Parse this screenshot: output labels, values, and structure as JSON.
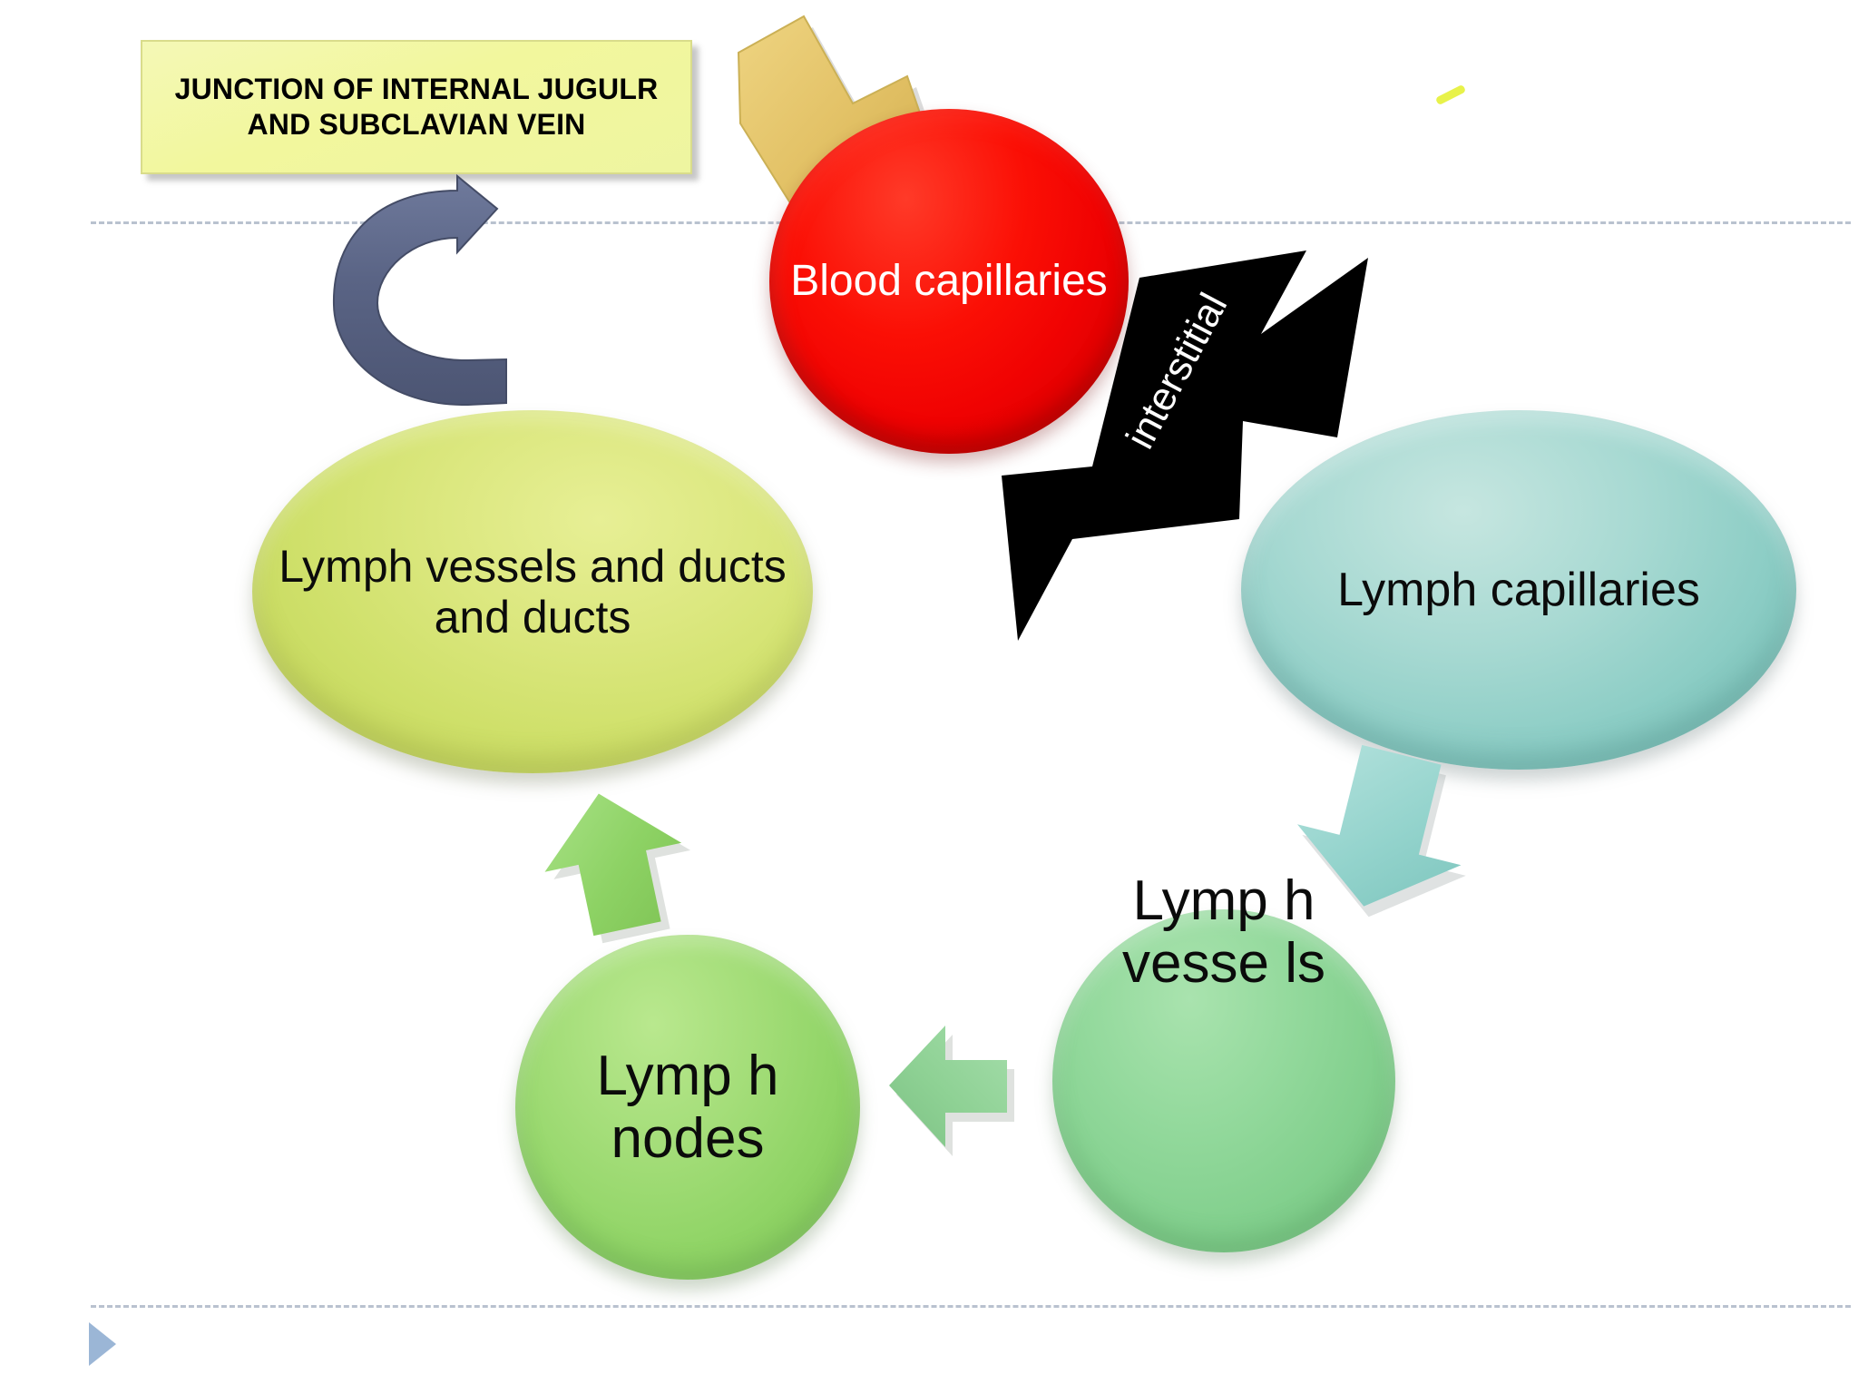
{
  "slide": {
    "background_color": "#ffffff",
    "caption_box": {
      "text": "JUNCTION OF INTERNAL JUGULR AND SUBCLAVIAN VEIN",
      "fill_color": "#f2f79d",
      "text_color": "#000000"
    },
    "nodes": [
      {
        "id": "blood-capillaries",
        "label": "Blood capillaries",
        "shape": "circle",
        "fill_color": "#f00202",
        "text_color": "#ffffff"
      },
      {
        "id": "lymph-capillaries",
        "label": "Lymph capillaries",
        "shape": "ellipse",
        "fill_color": "#8ccdc5",
        "text_color": "#000000"
      },
      {
        "id": "lymph-vessels-bottom",
        "label": "Lymp h vesse ls",
        "shape": "circle",
        "fill_color": "#83d08e",
        "text_color": "#000000"
      },
      {
        "id": "lymph-nodes",
        "label": "Lymp h nodes",
        "shape": "circle",
        "fill_color": "#90d466",
        "text_color": "#000000"
      },
      {
        "id": "lymph-vessels-and-ducts",
        "label": "Lymph vessels and ducts  and ducts",
        "shape": "ellipse",
        "fill_color": "#cfe06a",
        "text_color": "#000000"
      }
    ],
    "arrows": [
      {
        "id": "interstitial-arrow",
        "label": "interstitial",
        "color": "#000000",
        "text_color": "#ffffff",
        "direction": "up-right"
      },
      {
        "id": "gold-arrow",
        "label": "",
        "color": "#e0bf5c",
        "direction": "down-left"
      },
      {
        "id": "curved-return-arrow",
        "label": "",
        "color": "#596384",
        "direction": "counterclockwise-up-right"
      },
      {
        "id": "teal-down-arrow",
        "label": "",
        "color": "#8ccdc5",
        "direction": "down-left"
      },
      {
        "id": "green-left-arrow",
        "label": "",
        "color": "#8ed194",
        "direction": "left"
      },
      {
        "id": "green-up-arrow",
        "label": "",
        "color": "#8ed15e",
        "direction": "up"
      }
    ],
    "marks": {
      "yellow_sliver_color": "#e8f24a",
      "play_triangle_color": "#9bb6d6",
      "guide_line_color": "#b9c2cf"
    }
  }
}
